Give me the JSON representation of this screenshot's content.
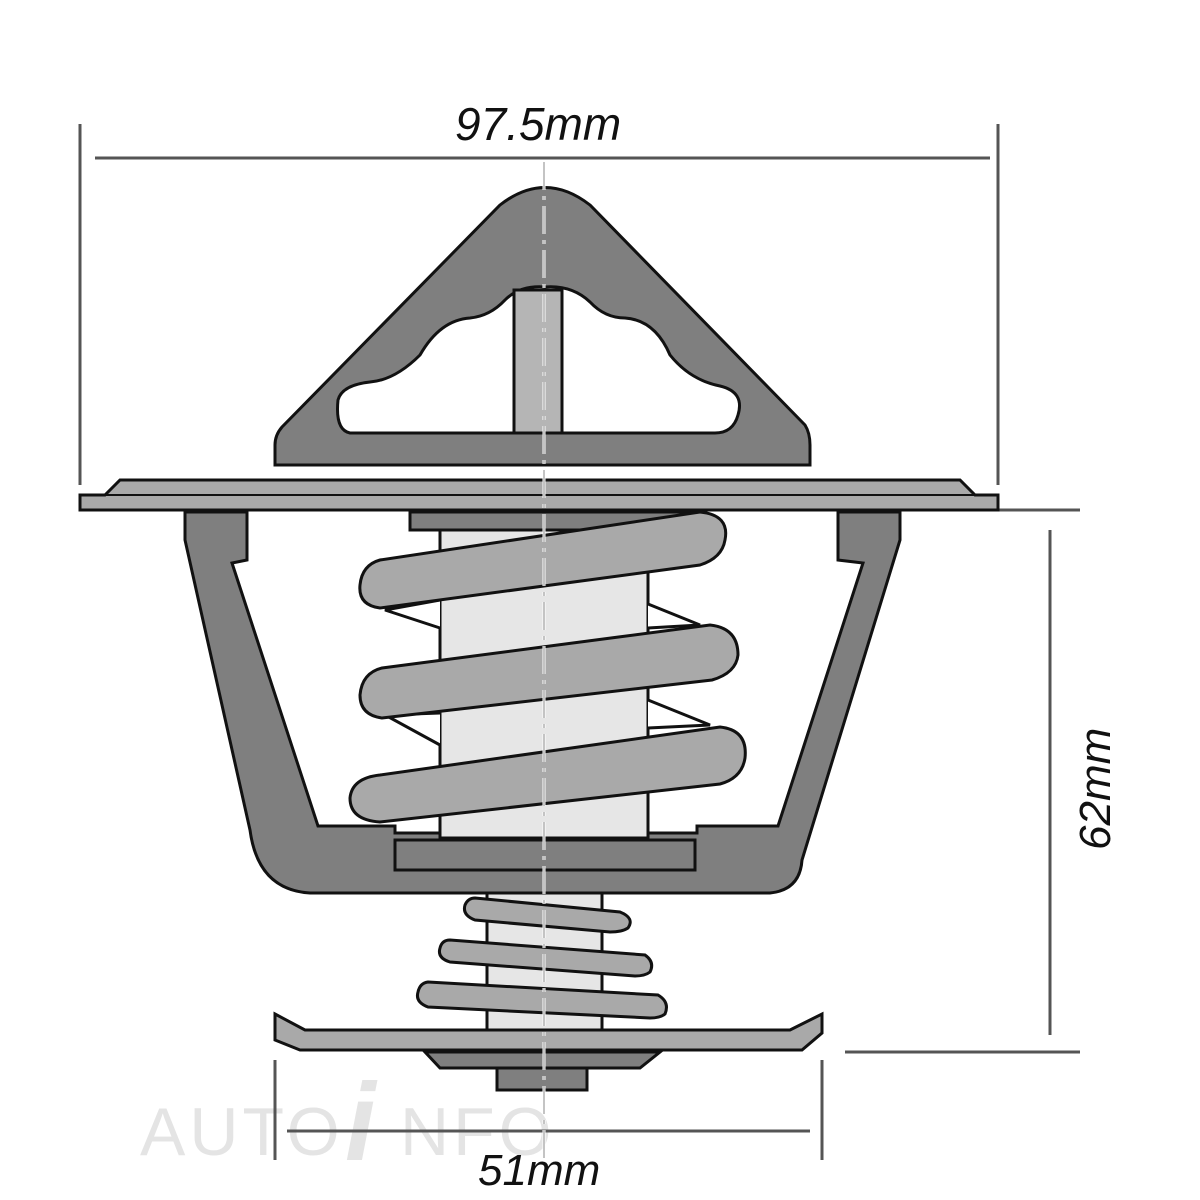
{
  "diagram": {
    "subject": "Thermostat dimension drawing",
    "dimensions": {
      "flange_diameter": "97.5mm",
      "body_height": "62mm",
      "bottom_valve_diameter": "51mm"
    },
    "watermark": {
      "left_text": "AUTO",
      "right_text": "NFO",
      "i_glyph": "i"
    },
    "colors": {
      "dark_fill": "#7f7f7f",
      "mid_fill": "#a9a9a9",
      "light_fill": "#e6e6e6",
      "outline": "#111111",
      "dim_line": "#555555"
    }
  }
}
